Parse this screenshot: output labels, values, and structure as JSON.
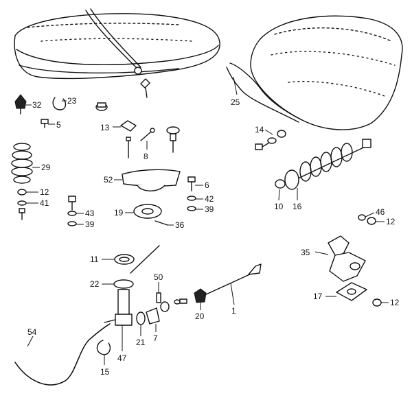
{
  "figure": {
    "callouts": [
      {
        "id": "c32",
        "text": "32"
      },
      {
        "id": "c23",
        "text": "23"
      },
      {
        "id": "c5",
        "text": "5"
      },
      {
        "id": "c13",
        "text": "13"
      },
      {
        "id": "c8",
        "text": "8"
      },
      {
        "id": "c25",
        "text": "25"
      },
      {
        "id": "c14",
        "text": "14"
      },
      {
        "id": "c29",
        "text": "29"
      },
      {
        "id": "c12a",
        "text": "12"
      },
      {
        "id": "c41",
        "text": "41"
      },
      {
        "id": "c52",
        "text": "52"
      },
      {
        "id": "c6",
        "text": "6"
      },
      {
        "id": "c42",
        "text": "42"
      },
      {
        "id": "c39a",
        "text": "39"
      },
      {
        "id": "c43",
        "text": "43"
      },
      {
        "id": "c39b",
        "text": "39"
      },
      {
        "id": "c19",
        "text": "19"
      },
      {
        "id": "c36",
        "text": "36"
      },
      {
        "id": "c10",
        "text": "10"
      },
      {
        "id": "c16",
        "text": "16"
      },
      {
        "id": "c46",
        "text": "46"
      },
      {
        "id": "c12b",
        "text": "12"
      },
      {
        "id": "c11",
        "text": "11"
      },
      {
        "id": "c50",
        "text": "50"
      },
      {
        "id": "c22",
        "text": "22"
      },
      {
        "id": "c35",
        "text": "35"
      },
      {
        "id": "c1",
        "text": "1"
      },
      {
        "id": "c20",
        "text": "20"
      },
      {
        "id": "c17",
        "text": "17"
      },
      {
        "id": "c12c",
        "text": "12"
      },
      {
        "id": "c54",
        "text": "54"
      },
      {
        "id": "c21",
        "text": "21"
      },
      {
        "id": "c7",
        "text": "7"
      },
      {
        "id": "c47",
        "text": "47"
      },
      {
        "id": "c15",
        "text": "15"
      }
    ]
  }
}
